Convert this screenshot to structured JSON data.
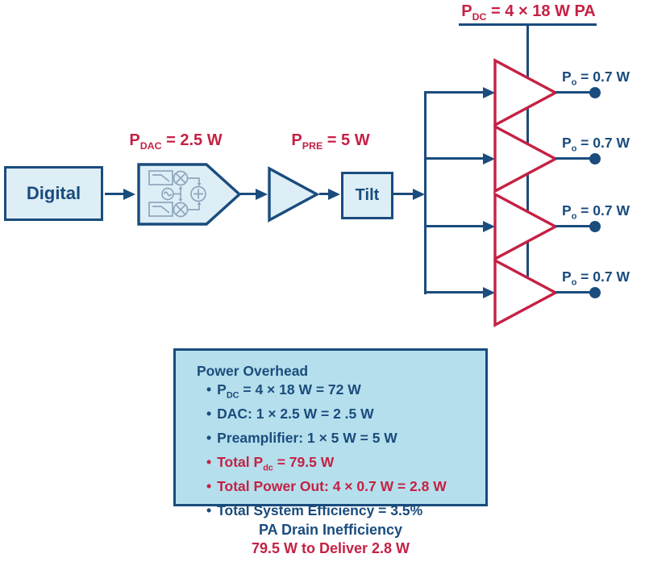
{
  "palette": {
    "navy": "#1a4c7d",
    "red": "#c52144",
    "block_fill": "#ddeef6",
    "panel_fill": "#b5dfec",
    "icon_gray": "#8fa6bd",
    "background": "#ffffff"
  },
  "blocks": {
    "digital": {
      "label": "Digital"
    },
    "dac": {
      "icons": [
        "low-pass-filter-icon",
        "mixer-icon",
        "oscillator-icon",
        "summer-icon",
        "low-pass-filter-icon",
        "mixer-icon"
      ],
      "power_label": {
        "pre": "P",
        "sub": "DAC",
        "post": " = 2.5 W"
      }
    },
    "preamp": {
      "power_label": {
        "pre": "P",
        "sub": "PRE",
        "post": " = 5 W"
      }
    },
    "tilt": {
      "label": "Tilt"
    },
    "pa_supply": {
      "power_label": {
        "pre": "P",
        "sub": "DC",
        "post": " = 4 × 18 W PA"
      }
    },
    "pa_outputs": [
      {
        "pre": "P",
        "sub": "o",
        "post": " = 0.7 W"
      },
      {
        "pre": "P",
        "sub": "o",
        "post": " = 0.7 W"
      },
      {
        "pre": "P",
        "sub": "o",
        "post": " = 0.7 W"
      },
      {
        "pre": "P",
        "sub": "o",
        "post": " = 0.7 W"
      }
    ]
  },
  "overhead_panel": {
    "title": "Power Overhead",
    "bullet": "•",
    "items": [
      {
        "pre": "P",
        "sub": "DC",
        "post": " = 4 × 18 W = 72 W",
        "color": "navy"
      },
      {
        "pre": "DAC: 1 × 2.5 W = 2 .5 W",
        "sub": "",
        "post": "",
        "color": "navy"
      },
      {
        "pre": "Preamplifier: 1 × 5 W = 5 W",
        "sub": "",
        "post": "",
        "color": "navy"
      },
      {
        "pre": "Total P",
        "sub": "dc",
        "post": " = 79.5 W",
        "color": "red"
      },
      {
        "pre": "Total Power Out: 4 × 0.7 W = 2.8 W",
        "sub": "",
        "post": "",
        "color": "red"
      },
      {
        "pre": "Total System Efficiency = 3.5%",
        "sub": "",
        "post": "",
        "color": "navy"
      }
    ]
  },
  "caption": {
    "line1": "PA Drain Inefficiency",
    "line2": "79.5 W to Deliver 2.8 W"
  }
}
